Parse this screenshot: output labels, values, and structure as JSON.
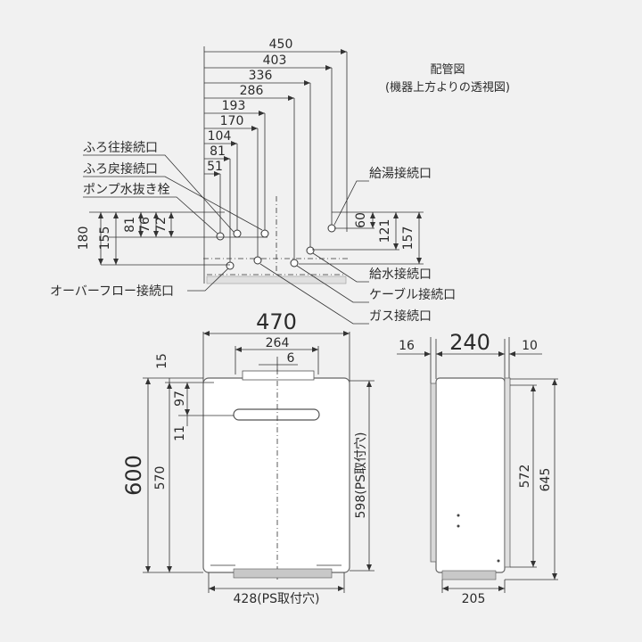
{
  "piping_view": {
    "title": "配管図",
    "subtitle": "(機器上方よりの透視図)",
    "top_dims": [
      "450",
      "403",
      "336",
      "286",
      "193",
      "170",
      "104",
      "81",
      "51"
    ],
    "vertical_dims": [
      "180",
      "155",
      "81",
      "76",
      "72",
      "60",
      "121",
      "157"
    ],
    "labels": {
      "furo_ou": "ふろ往接続口",
      "furo_modori": "ふろ戻接続口",
      "pump_drain": "ポンプ水抜き栓",
      "overflow": "オーバーフロー接続口",
      "hot_water": "給湯接続口",
      "water_supply": "給水接続口",
      "cable": "ケーブル接続口",
      "gas": "ガス接続口"
    }
  },
  "front_view": {
    "width": "470",
    "inner_width": "264",
    "center_offset": "6",
    "top_gap": "15",
    "upper_dim": "97",
    "small_dim": "11",
    "height": "600",
    "inner_height": "570",
    "ps_height": "598(PS取付穴)",
    "ps_width": "428(PS取付穴)"
  },
  "side_view": {
    "depth": "240",
    "front_offset": "16",
    "back_offset": "10",
    "inner_height": "572",
    "height": "645",
    "bottom_depth": "205"
  },
  "colors": {
    "background": "#f1f1f1",
    "line": "#333333",
    "unit_body": "#ffffff"
  }
}
